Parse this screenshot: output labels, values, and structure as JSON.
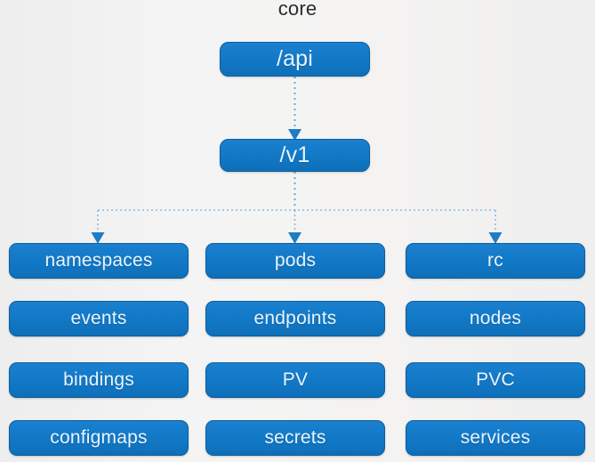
{
  "diagram": {
    "title": "core",
    "type": "tree",
    "background_color": "#f1f1f1",
    "node_color": "#1178c6",
    "node_border_color": "#0e5d9c",
    "node_text_color": "#eaf4fd",
    "connector_color": "#2e7fc4",
    "connector_style": "dotted",
    "arrowhead": "solid-triangle"
  },
  "nodes": {
    "root": {
      "label": "/api"
    },
    "version": {
      "label": "/v1"
    },
    "columns": [
      {
        "name": "namespaces-column",
        "items": [
          {
            "label": "namespaces"
          },
          {
            "label": "events"
          },
          {
            "label": "bindings"
          },
          {
            "label": "configmaps"
          }
        ]
      },
      {
        "name": "pods-column",
        "items": [
          {
            "label": "pods"
          },
          {
            "label": "endpoints"
          },
          {
            "label": "PV"
          },
          {
            "label": "secrets"
          }
        ]
      },
      {
        "name": "rc-column",
        "items": [
          {
            "label": "rc"
          },
          {
            "label": "nodes"
          },
          {
            "label": "PVC"
          },
          {
            "label": "services"
          }
        ]
      }
    ]
  },
  "edges": [
    {
      "from": "/api",
      "to": "/v1"
    },
    {
      "from": "/v1",
      "to": "namespaces"
    },
    {
      "from": "/v1",
      "to": "pods"
    },
    {
      "from": "/v1",
      "to": "rc"
    }
  ]
}
